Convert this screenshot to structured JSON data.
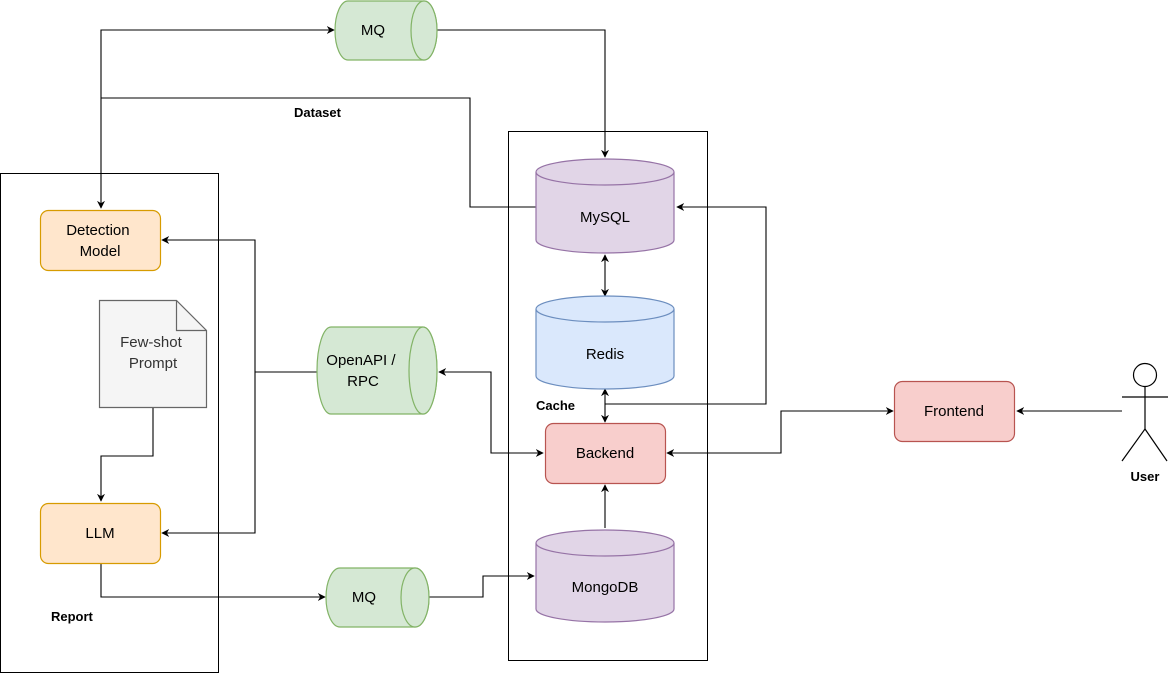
{
  "containers": {
    "report_label": "Report",
    "cache_label": "Cache"
  },
  "edge_labels": {
    "dataset": "Dataset"
  },
  "nodes": {
    "mq_top": "MQ",
    "detection_model": [
      "Detection",
      "Model"
    ],
    "few_shot_prompt": [
      "Few-shot",
      "Prompt"
    ],
    "llm": "LLM",
    "openapi_rpc": [
      "OpenAPI /",
      "RPC"
    ],
    "mq_bottom": "MQ",
    "mysql": "MySQL",
    "redis": "Redis",
    "backend": "Backend",
    "mongodb": "MongoDB",
    "frontend": "Frontend",
    "user": "User"
  },
  "colors": {
    "green_fill": "#d5e8d4",
    "green_stroke": "#82b366",
    "orange_fill": "#ffe6cc",
    "orange_stroke": "#d79b00",
    "purple_fill": "#e1d5e7",
    "purple_stroke": "#9673a6",
    "blue_fill": "#dae8fc",
    "blue_stroke": "#6c8ebf",
    "red_fill": "#f8cecc",
    "red_stroke": "#b85450",
    "doc_fill": "#f5f5f5",
    "doc_stroke": "#666666"
  }
}
